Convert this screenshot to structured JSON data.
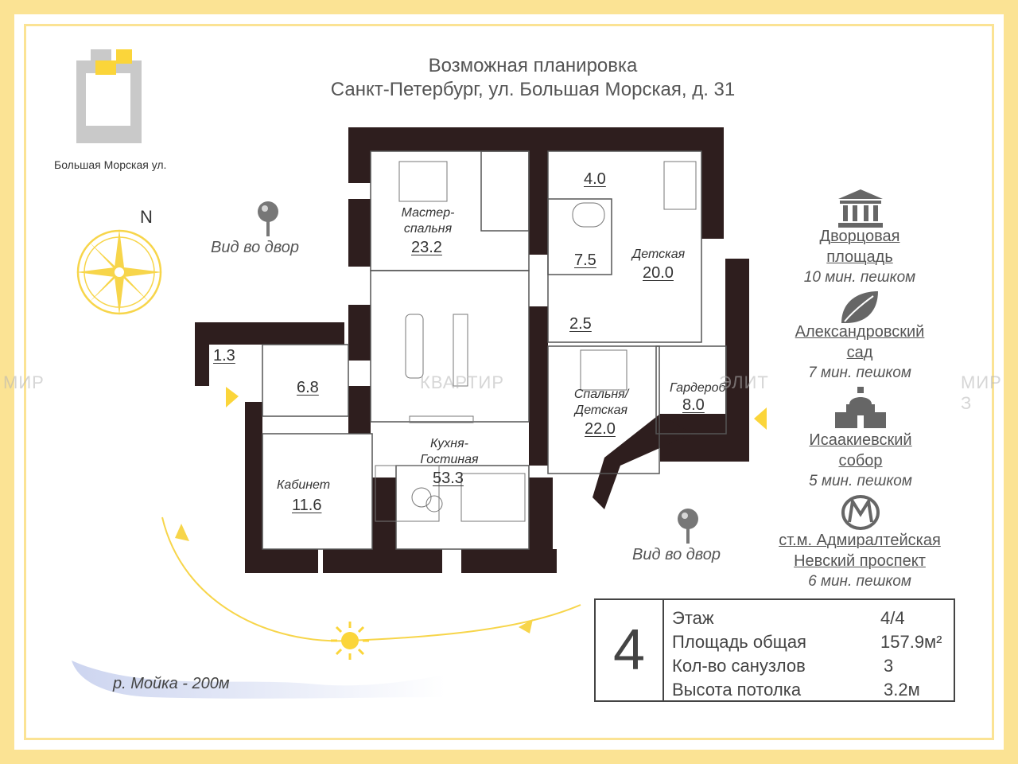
{
  "title": {
    "line1": "Возможная планировка",
    "line2": "Санкт-Петербург, ул. Большая Морская, д. 31"
  },
  "location_map": {
    "street_label": "Большая Морская ул."
  },
  "compass": {
    "north_label": "N"
  },
  "views": {
    "left": "Вид во двор",
    "right": "Вид во двор"
  },
  "river": "р. Мойка - 200м",
  "rooms": [
    {
      "name": "",
      "area": "1.3"
    },
    {
      "name": "",
      "area": "6.8"
    },
    {
      "name": "Мастер-\nспальня",
      "area": "23.2"
    },
    {
      "name": "",
      "area": "4.0"
    },
    {
      "name": "",
      "area": "7.5"
    },
    {
      "name": "Детская",
      "area": "20.0"
    },
    {
      "name": "",
      "area": "2.5"
    },
    {
      "name": "Спальня/\nДетская",
      "area": "22.0"
    },
    {
      "name": "Гардероб",
      "area": "8.0"
    },
    {
      "name": "Кухня-\nГостиная",
      "area": "53.3"
    },
    {
      "name": "Кабинет",
      "area": "11.6"
    }
  ],
  "pois": [
    {
      "icon": "palace-icon",
      "name_line1": "Дворцовая",
      "name_line2": "площадь",
      "time": "10 мин. пешком"
    },
    {
      "icon": "leaf-icon",
      "name_line1": "Александровский",
      "name_line2": "сад",
      "time": "7 мин. пешком"
    },
    {
      "icon": "cathedral-icon",
      "name_line1": "Исаакиевский",
      "name_line2": "собор",
      "time": "5 мин. пешком"
    },
    {
      "icon": "metro-icon",
      "name_line1": "ст.м. Адмиралтейская",
      "name_line2": "Невский проспект",
      "time": "6 мин. пешком"
    }
  ],
  "info": {
    "floor_number": "4",
    "rows": [
      {
        "label": "Этаж",
        "value": "4/4"
      },
      {
        "label": "Площадь общая",
        "value": "157.9м²"
      },
      {
        "label": "Кол-во санузлов",
        "value": "3"
      },
      {
        "label": "Высота потолка",
        "value": "3.2м"
      }
    ]
  },
  "watermarks": [
    "МИР",
    "КВАРТИР",
    "ЭЛИТ",
    "МИР З"
  ],
  "colors": {
    "wall": "#2e1e1e",
    "accent": "#fbd53a",
    "frame": "#fbe394",
    "text": "#444444"
  }
}
